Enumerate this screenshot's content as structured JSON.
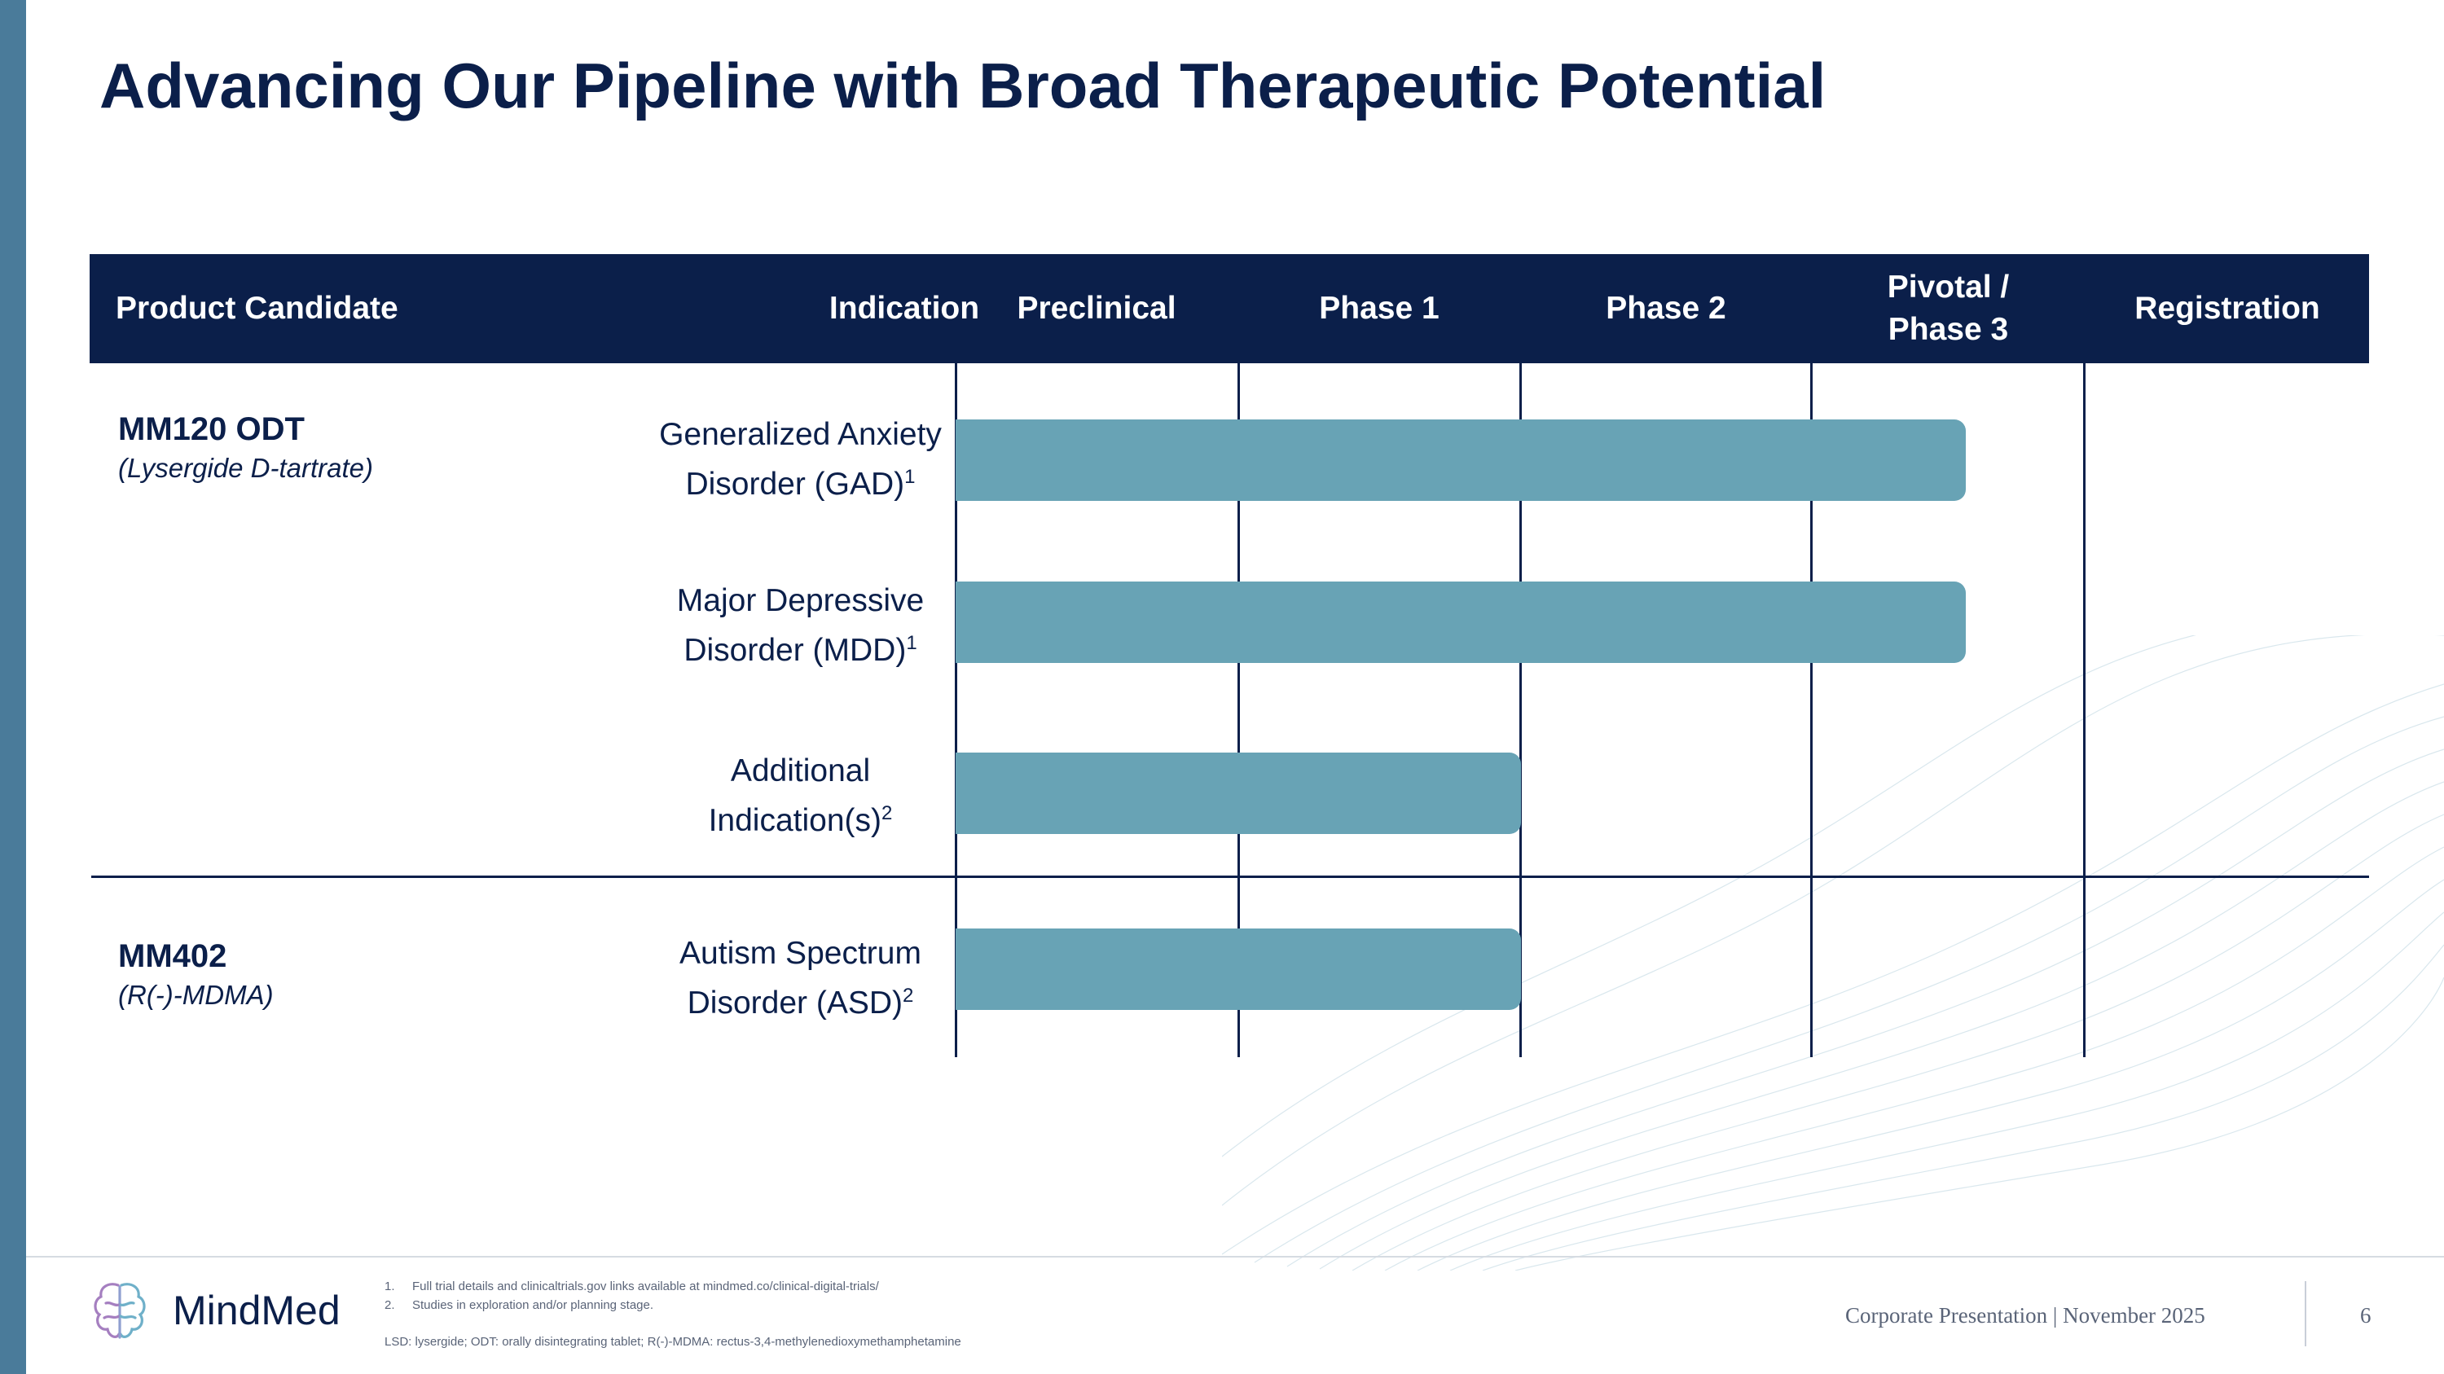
{
  "title": "Advancing Our Pipeline with Broad Therapeutic Potential",
  "table": {
    "headers": {
      "candidate": "Product Candidate",
      "indication": "Indication",
      "preclinical": "Preclinical",
      "phase1": "Phase 1",
      "phase2": "Phase 2",
      "pivotal_line1": "Pivotal /",
      "pivotal_line2": "Phase 3",
      "registration": "Registration"
    },
    "candidates": [
      {
        "name": "MM120 ODT",
        "subtitle": "(Lysergide D-tartrate)",
        "indications": [
          {
            "line1": "Generalized Anxiety",
            "line2": "Disorder (GAD)",
            "note": "1",
            "progress_stage": "Pivotal / Phase 3"
          },
          {
            "line1": "Major Depressive",
            "line2": "Disorder (MDD)",
            "note": "1",
            "progress_stage": "Pivotal / Phase 3"
          },
          {
            "line1": "Additional",
            "line2": "Indication(s)",
            "note": "2",
            "progress_stage": "Phase 1"
          }
        ]
      },
      {
        "name": "MM402",
        "subtitle": "(R(-)-MDMA)",
        "indications": [
          {
            "line1": "Autism Spectrum",
            "line2": "Disorder (ASD)",
            "note": "2",
            "progress_stage": "Phase 1"
          }
        ]
      }
    ]
  },
  "footer": {
    "logo_text": "MindMed",
    "footnotes": [
      {
        "num": "1.",
        "text": "Full trial details and clinicaltrials.gov links available at mindmed.co/clinical-digital-trials/"
      },
      {
        "num": "2.",
        "text": "Studies in exploration and/or planning stage."
      }
    ],
    "abbreviations": "LSD: lysergide; ODT: orally disintegrating tablet; R(-)-MDMA: rectus-3,4-methylenedioxymethamphetamine",
    "presentation": "Corporate Presentation | November 2025",
    "page_number": "6"
  },
  "colors": {
    "navy": "#0b1f4a",
    "bar": "#68a3b5",
    "side_bar": "#4a7b9a"
  }
}
